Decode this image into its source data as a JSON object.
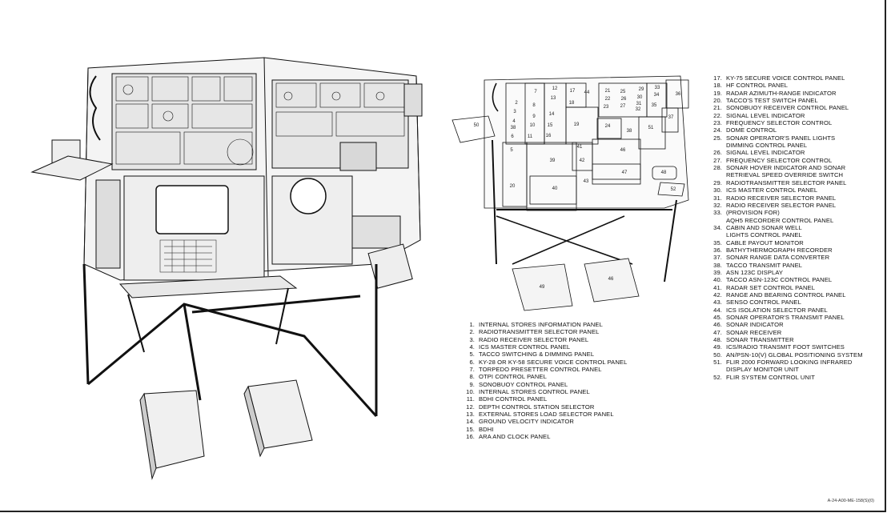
{
  "figure_id": "A-24-A00-ME-158(S)(0)",
  "legend_bottom": [
    {
      "n": "1.",
      "t": "INTERNAL STORES INFORMATION PANEL"
    },
    {
      "n": "2.",
      "t": "RADIOTRANSMITTER SELECTOR PANEL"
    },
    {
      "n": "3.",
      "t": "RADIO RECEIVER SELECTOR PANEL"
    },
    {
      "n": "4.",
      "t": "ICS MASTER CONTROL PANEL"
    },
    {
      "n": "5.",
      "t": "TACCO SWITCHING & DIMMING PANEL"
    },
    {
      "n": "6.",
      "t": "KY-28 OR KY-58 SECURE VOICE CONTROL PANEL"
    },
    {
      "n": "7.",
      "t": "TORPEDO PRESETTER CONTROL PANEL"
    },
    {
      "n": "8.",
      "t": "OTPI CONTROL PANEL"
    },
    {
      "n": "9.",
      "t": "SONOBUOY CONTROL PANEL"
    },
    {
      "n": "10.",
      "t": "INTERNAL STORES CONTROL PANEL"
    },
    {
      "n": "11.",
      "t": "BDHI CONTROL PANEL"
    },
    {
      "n": "12.",
      "t": "DEPTH CONTROL STATION SELECTOR"
    },
    {
      "n": "13.",
      "t": "EXTERNAL STORES LOAD SELECTOR PANEL"
    },
    {
      "n": "14.",
      "t": "GROUND VELOCITY INDICATOR"
    },
    {
      "n": "15.",
      "t": "BDHI"
    },
    {
      "n": "16.",
      "t": "ARA AND CLOCK PANEL"
    }
  ],
  "legend_right": [
    {
      "n": "17.",
      "t": "KY-75 SECURE VOICE CONTROL PANEL"
    },
    {
      "n": "18.",
      "t": "HF CONTROL PANEL"
    },
    {
      "n": "19.",
      "t": "RADAR AZIMUTH-RANGE INDICATOR"
    },
    {
      "n": "20.",
      "t": "TACCO'S TEST SWITCH PANEL"
    },
    {
      "n": "21.",
      "t": "SONOBUOY RECEIVER CONTROL PANEL"
    },
    {
      "n": "22.",
      "t": "SIGNAL LEVEL INDICATOR"
    },
    {
      "n": "23.",
      "t": "FREQUENCY SELECTOR CONTROL"
    },
    {
      "n": "24.",
      "t": "DOME CONTROL"
    },
    {
      "n": "25.",
      "t": "SONAR OPERATOR'S PANEL LIGHTS\nDIMMING CONTROL PANEL"
    },
    {
      "n": "26.",
      "t": "SIGNAL LEVEL INDICATOR"
    },
    {
      "n": "27.",
      "t": "FREQUENCY SELECTOR CONTROL"
    },
    {
      "n": "28.",
      "t": "SONAR HOVER INDICATOR AND SONAR\nRETRIEVAL SPEED OVERRIDE SWITCH"
    },
    {
      "n": "29.",
      "t": "RADIOTRANSMITTER SELECTOR PANEL"
    },
    {
      "n": "30.",
      "t": "ICS MASTER CONTROL PANEL"
    },
    {
      "n": "31.",
      "t": "RADIO RECEIVER SELECTOR PANEL"
    },
    {
      "n": "32.",
      "t": "RADIO RECEIVER SELECTOR PANEL"
    },
    {
      "n": "33.",
      "t": "(PROVISION FOR)\nAQH5 RECORDER CONTROL PANEL"
    },
    {
      "n": "34.",
      "t": "CABIN AND SONAR WELL\nLIGHTS CONTROL PANEL"
    },
    {
      "n": "35.",
      "t": "CABLE PAYOUT MONITOR"
    },
    {
      "n": "36.",
      "t": "BATHYTHERMOGRAPH RECORDER"
    },
    {
      "n": "37.",
      "t": "SONAR RANGE DATA CONVERTER"
    },
    {
      "n": "38.",
      "t": "TACCO TRANSMIT PANEL"
    },
    {
      "n": "39.",
      "t": "ASN 123C DISPLAY"
    },
    {
      "n": "40.",
      "t": "TACCO ASN-123C CONTROL PANEL"
    },
    {
      "n": "41.",
      "t": "RADAR SET CONTROL PANEL"
    },
    {
      "n": "42.",
      "t": "RANGE AND BEARING CONTROL PANEL"
    },
    {
      "n": "43.",
      "t": "SENSO CONTROL PANEL"
    },
    {
      "n": "44.",
      "t": "ICS ISOLATION SELECTOR PANEL"
    },
    {
      "n": "45.",
      "t": "SONAR OPERATOR'S TRANSMIT PANEL"
    },
    {
      "n": "46.",
      "t": "SONAR INDICATOR"
    },
    {
      "n": "47.",
      "t": "SONAR RECEIVER"
    },
    {
      "n": "48.",
      "t": "SONAR TRANSMITTER"
    },
    {
      "n": "49.",
      "t": "ICS/RADIO TRANSMIT FOOT SWITCHES"
    },
    {
      "n": "50.",
      "t": "AN/PSN-10(V) GLOBAL POSITIONING SYSTEM"
    },
    {
      "n": "51.",
      "t": "FLIR 2000 FORWARD LOOKING INFRARED\nDISPLAY MONITOR UNIT"
    },
    {
      "n": "52.",
      "t": "FLIR SYSTEM CONTROL UNIT"
    }
  ],
  "callouts": [
    "7",
    "12",
    "17",
    "44",
    "21",
    "25",
    "29",
    "33",
    "36",
    "2",
    "8",
    "13",
    "18",
    "22",
    "26",
    "30",
    "34",
    "3",
    "9",
    "14",
    "23",
    "27",
    "31",
    "35",
    "32",
    "4",
    "10",
    "15",
    "19",
    "37",
    "24",
    "38",
    "51",
    "50",
    "38",
    "6",
    "11",
    "16",
    "5",
    "41",
    "46",
    "39",
    "42",
    "47",
    "48",
    "43",
    "20",
    "40",
    "52",
    "49",
    "46"
  ]
}
